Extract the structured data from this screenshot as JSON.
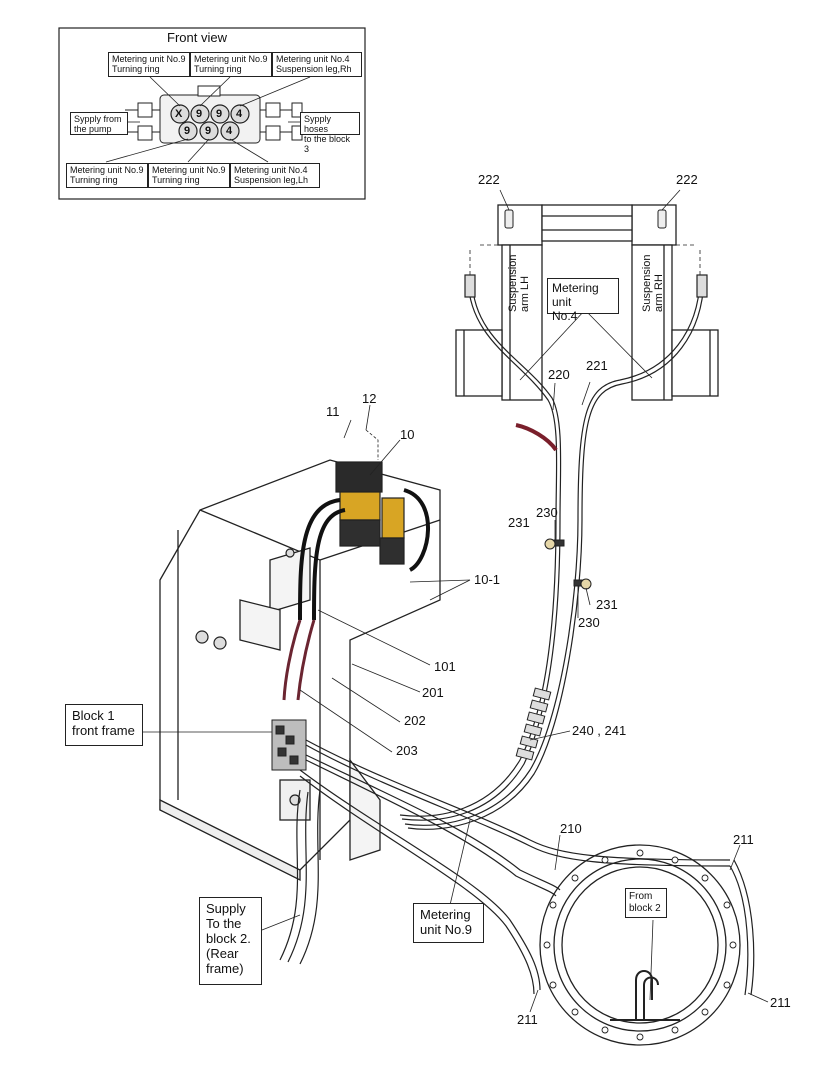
{
  "front_view": {
    "title": "Front view",
    "top_labels": [
      {
        "line1": "Metering unit No.9",
        "line2": "Turning ring"
      },
      {
        "line1": "Metering unit No.9",
        "line2": "Turning ring"
      },
      {
        "line1": "Metering unit No.4",
        "line2": "Suspension leg,Rh"
      }
    ],
    "bottom_labels": [
      {
        "line1": "Metering unit No.9",
        "line2": "Turning ring"
      },
      {
        "line1": "Metering unit No.9",
        "line2": "Turning ring"
      },
      {
        "line1": "Metering unit No.4",
        "line2": "Suspension leg,Lh"
      }
    ],
    "left_label": {
      "line1": "Sypply from",
      "line2": "the pump"
    },
    "right_label": {
      "line1": "Sypply hoses",
      "line2": "to the block 3"
    },
    "top_row_glyphs": [
      "X",
      "9",
      "9",
      "4"
    ],
    "bottom_row_glyphs": [
      "9",
      "9",
      "4"
    ]
  },
  "callouts": {
    "c222a": "222",
    "c222b": "222",
    "c220": "220",
    "c221": "221",
    "c11": "11",
    "c12": "12",
    "c10": "10",
    "c10_1": "10-1",
    "c231a": "231",
    "c230a": "230",
    "c231b": "231",
    "c230b": "230",
    "c101": "101",
    "c201": "201",
    "c202": "202",
    "c203": "203",
    "c240": "240 , 241",
    "c210": "210",
    "c211a": "211",
    "c211b": "211",
    "c211c": "211"
  },
  "boxes": {
    "metering4": {
      "line1": "Metering unit",
      "line2": "No.4"
    },
    "block1": {
      "line1": "Block 1",
      "line2": "front frame"
    },
    "supply": {
      "line1": "Supply",
      "line2": "To the",
      "line3": "block 2.",
      "line4": "(Rear",
      "line5": "frame)"
    },
    "metering9": {
      "line1": "Metering",
      "line2": "unit No.9"
    },
    "from_block2": {
      "line1": "From",
      "line2": "block 2"
    }
  },
  "arm_labels": {
    "lh": {
      "line1": "Suspension",
      "line2": "arm LH"
    },
    "rh": {
      "line1": "Suspension",
      "line2": "arm RH"
    }
  }
}
